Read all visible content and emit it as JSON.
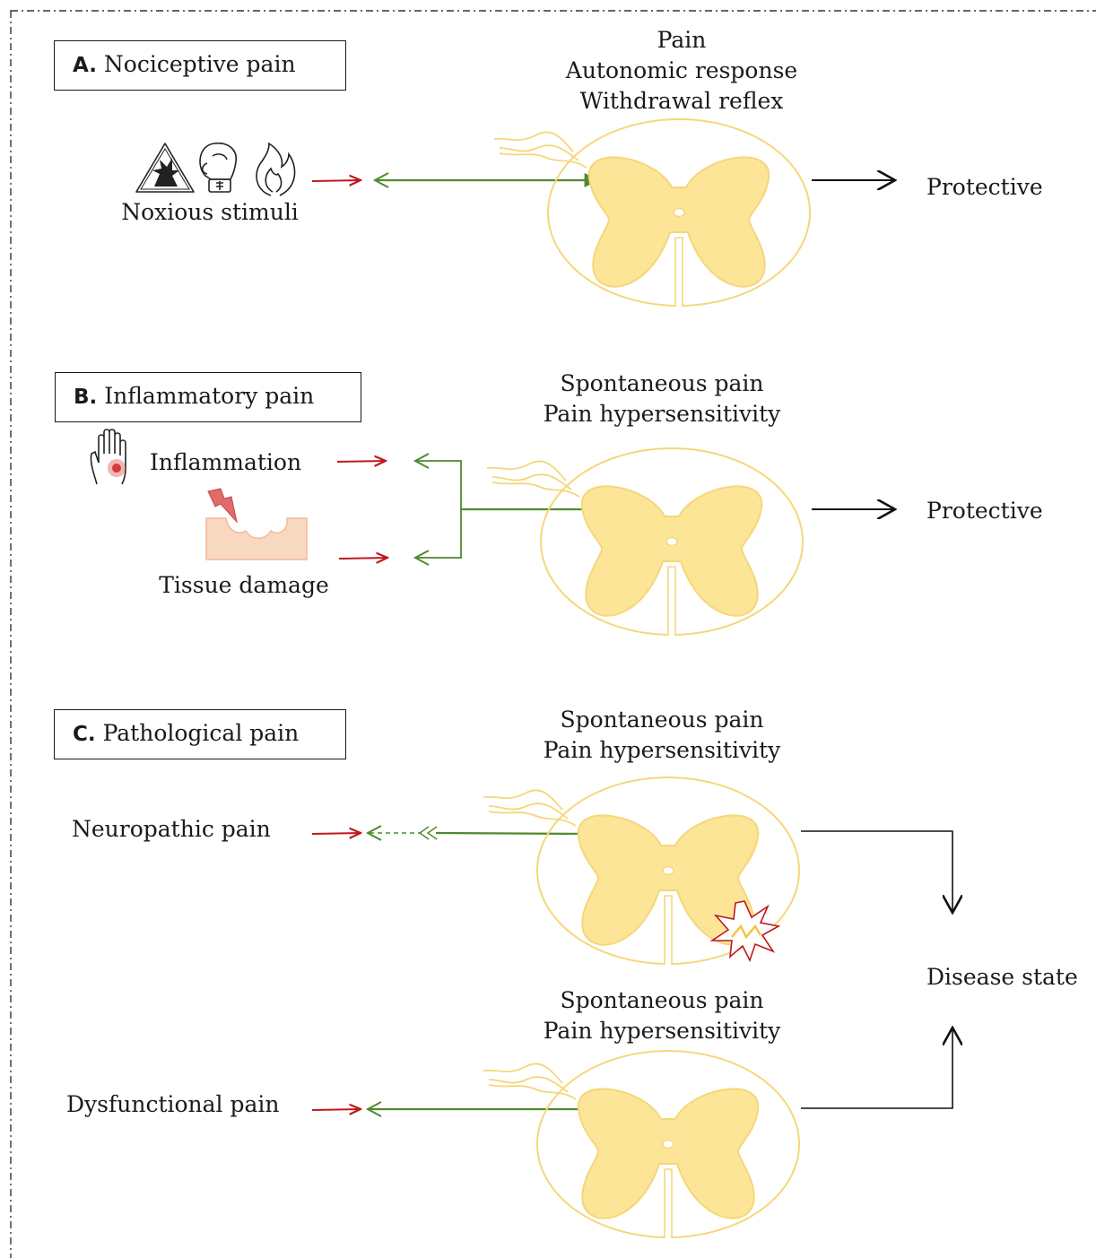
{
  "colors": {
    "cord_fill": "#fde598",
    "cord_stroke": "#f5d77a",
    "noxious_arrow": "#c0181d",
    "nerve": "#4f8a2b",
    "output_arrow": "#111111",
    "frame": "#333333",
    "tissue": "#f9d8c2",
    "lightning": "#e06b6b"
  },
  "icons": [
    "explosion-warning-icon",
    "boxing-glove-icon",
    "flame-icon",
    "inflamed-hand-icon",
    "lightning-icon",
    "tissue-damage-icon",
    "spinal-cord-icon",
    "lesion-burst-icon"
  ],
  "panels": {
    "a": {
      "letter": "A.",
      "name": "Nociceptive pain",
      "response_lines": [
        "Pain",
        "Autonomic response",
        "Withdrawal reflex"
      ],
      "stimulus_label": "Noxious stimuli",
      "outcome": "Protective"
    },
    "b": {
      "letter": "B.",
      "name": "Inflammatory pain",
      "response_lines": [
        "Spontaneous pain",
        "Pain hypersensitivity"
      ],
      "stimulus_1": "Inflammation",
      "stimulus_2": "Tissue damage",
      "outcome": "Protective"
    },
    "c": {
      "letter": "C.",
      "name": "Pathological pain",
      "neuropathic": {
        "label": "Neuropathic pain",
        "response_lines": [
          "Spontaneous pain",
          "Pain hypersensitivity"
        ]
      },
      "dysfunctional": {
        "label": "Dysfunctional pain",
        "response_lines": [
          "Spontaneous pain",
          "Pain hypersensitivity"
        ]
      },
      "outcome": "Disease state"
    }
  }
}
